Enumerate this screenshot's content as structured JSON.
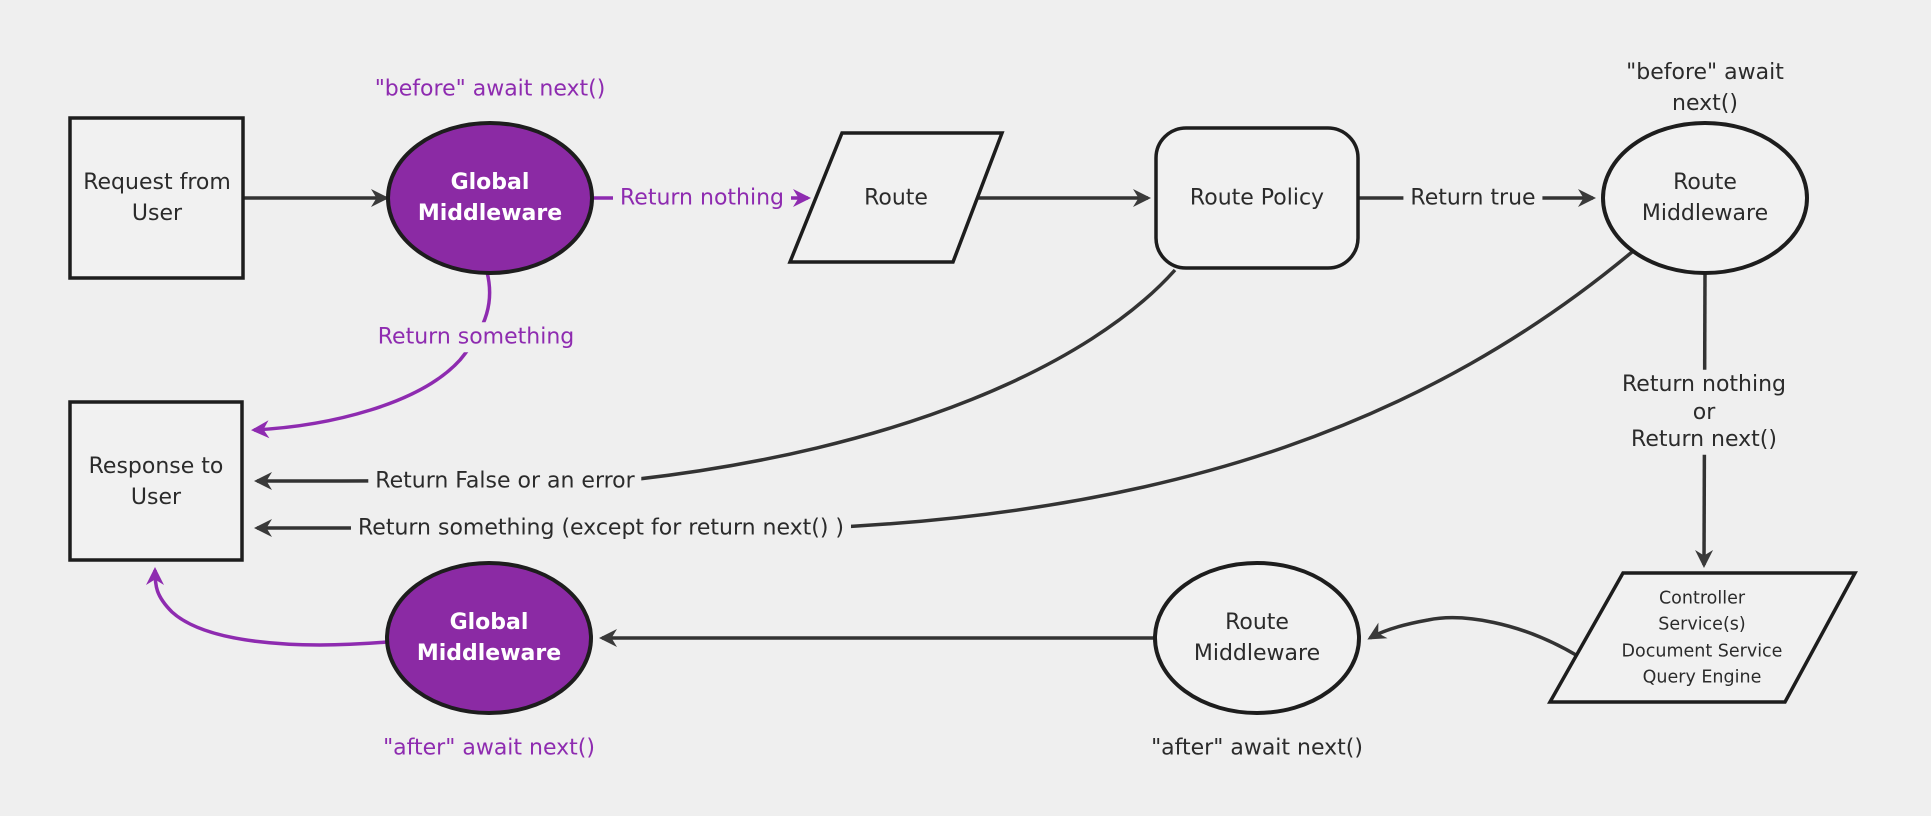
{
  "canvas": {
    "background_color": "#efefef",
    "node_fill": "#f1f1f1",
    "node_stroke": "#1d1d1d",
    "edge_stroke": "#333333",
    "purple_fill": "#8b2aa4",
    "purple_accent": "#8e2bb0",
    "text_color": "#2b2b2b"
  },
  "nodes": {
    "request": {
      "label": "Request from\nUser",
      "shape": "rectangle"
    },
    "global_middleware_top": {
      "label": "Global\nMiddleware",
      "shape": "ellipse"
    },
    "route": {
      "label": "Route",
      "shape": "parallelogram"
    },
    "route_policy": {
      "label": "Route Policy",
      "shape": "rounded-rectangle"
    },
    "route_middleware_top": {
      "label": "Route\nMiddleware",
      "shape": "ellipse"
    },
    "controller": {
      "label": "Controller\nService(s)\nDocument Service\nQuery Engine",
      "shape": "parallelogram"
    },
    "route_middleware_bottom": {
      "label": "Route\nMiddleware",
      "shape": "ellipse"
    },
    "global_middleware_bottom": {
      "label": "Global\nMiddleware",
      "shape": "ellipse"
    },
    "response": {
      "label": "Response to\nUser",
      "shape": "rectangle"
    }
  },
  "edge_labels": {
    "before_await_next_global": "\"before\" await next()",
    "return_nothing": "Return nothing",
    "return_true": "Return true",
    "before_await_next_route": "\"before\" await next()",
    "return_nothing_or_next": "Return nothing\nor\nReturn next()",
    "return_something": "Return something",
    "return_false_or_error": "Return False or an error",
    "return_something_except": "Return something (except for return next() )",
    "after_await_next_route": "\"after\" await next()",
    "after_await_next_global": "\"after\" await next()"
  }
}
